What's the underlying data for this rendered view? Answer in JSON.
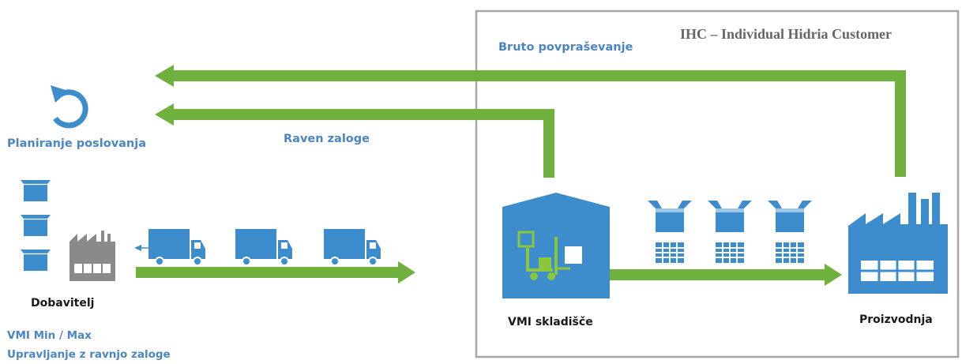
{
  "region": {
    "title": "IHC – Individual Hidria Customer"
  },
  "flows": {
    "gross_demand": "Bruto povpraševanje",
    "stock_level": "Raven zaloge"
  },
  "planning": {
    "label": "Planiranje poslovanja",
    "icon": "refresh-icon"
  },
  "supplier": {
    "label": "Dobavitelj",
    "note_1": "VMI Min / Max",
    "note_2": "Upravljanje z ravnjo zaloge"
  },
  "warehouse": {
    "label": "VMI skladišče"
  },
  "production": {
    "label": "Proizvodnja"
  },
  "colors": {
    "arrow_green": "#70b03c",
    "icon_blue": "#3d8ccb",
    "label_blue": "#4a86c4",
    "frame_gray": "#a6a6a6",
    "factory_gray": "#8a8a8a"
  }
}
